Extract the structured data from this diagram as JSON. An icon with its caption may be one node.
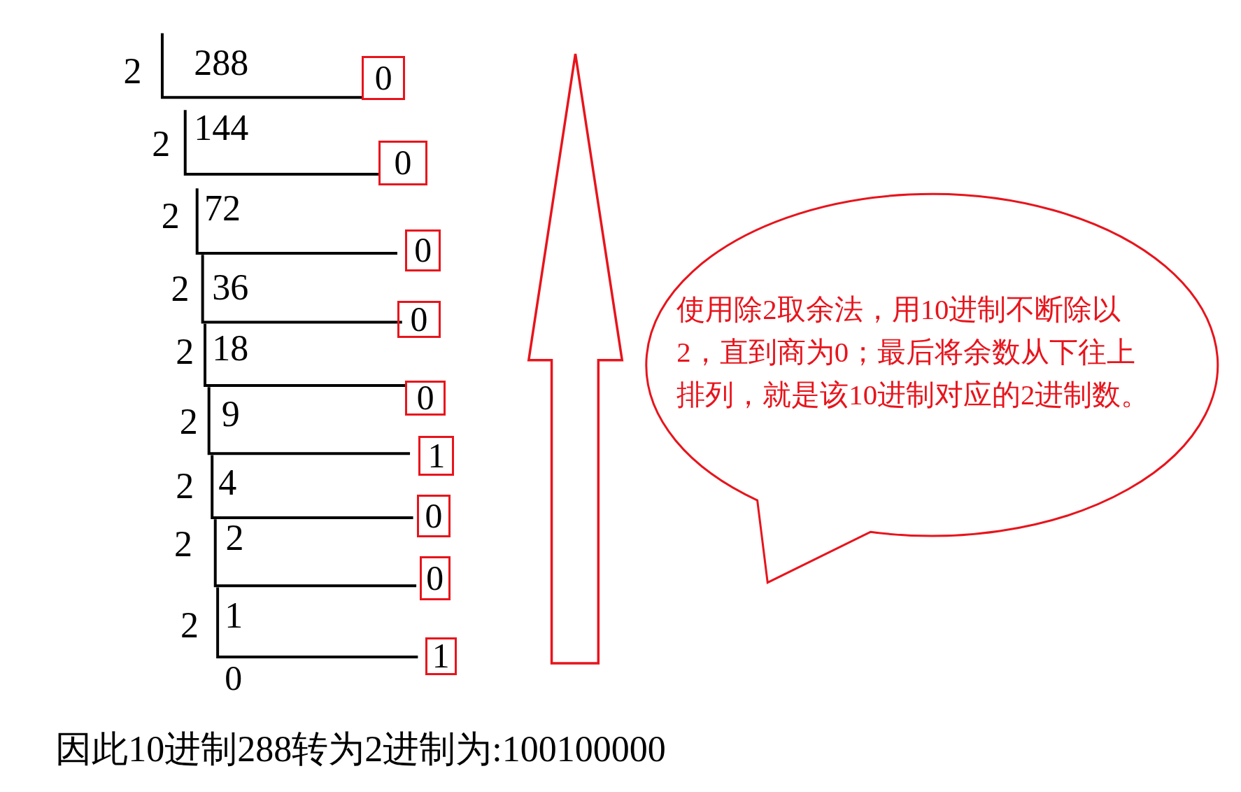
{
  "diagram": {
    "nodes": [
      {
        "text": [
          "0"
        ]
      },
      {
        "text": [
          "0"
        ]
      },
      {
        "text": [
          "0"
        ]
      },
      {
        "text": [
          "0"
        ]
      },
      {
        "text": [
          "0"
        ]
      },
      {
        "text": [
          "1"
        ]
      },
      {
        "text": [
          "0"
        ]
      },
      {
        "text": [
          "0"
        ]
      },
      {
        "text": [
          "1"
        ]
      },
      {
        "text": [
          "使用除2取余法，用10进制不断除以2，直到商为0；最后将余数从下往上排列，就是该10进制对应的2进制数。"
        ]
      }
    ],
    "edges": [],
    "labels": [
      "2",
      "288",
      "2",
      "144",
      "2",
      "72",
      "2",
      "36",
      "2",
      "18",
      "2",
      "9",
      "2",
      "4",
      "2",
      "2",
      "2",
      "1",
      "0",
      "因此10进制288转为2进制为:100100000"
    ]
  }
}
